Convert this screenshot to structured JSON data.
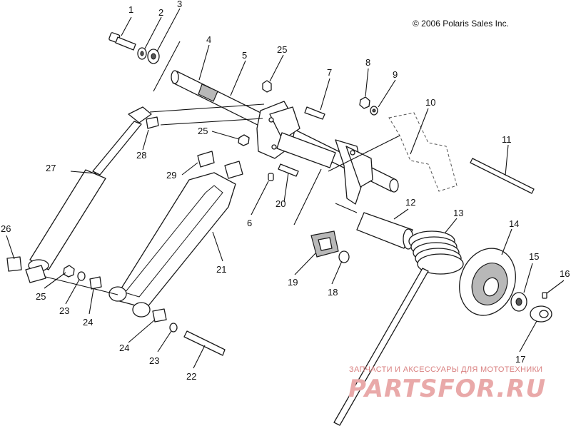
{
  "copyright": "© 2006 Polaris Sales Inc.",
  "watermark": {
    "line1": "ЗАПЧАСТИ И АКСЕССУАРЫ ДЛЯ МОТОТЕХНИКИ",
    "line2": "PARTSFOR.RU"
  },
  "callouts": [
    "1",
    "2",
    "3",
    "4",
    "5",
    "25",
    "7",
    "8",
    "9",
    "10",
    "11",
    "25",
    "28",
    "27",
    "29",
    "6",
    "20",
    "12",
    "13",
    "14",
    "15",
    "16",
    "26",
    "25",
    "23",
    "24",
    "21",
    "19",
    "18",
    "17",
    "24",
    "23",
    "22"
  ]
}
